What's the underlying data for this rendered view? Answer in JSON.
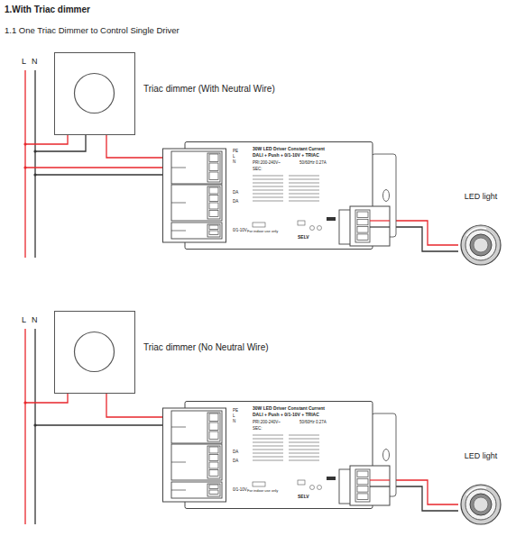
{
  "diagram": {
    "title": "1.With Triac dimmer",
    "nodes": [
      {
        "text": [
          "Triac dimmer (With Neutral Wire)"
        ]
      },
      {
        "text": [
          "30W LED Driver Constant Current",
          "DALI + Push + 0/1-10V + TRIAC",
          "PRI:200-240V~",
          "50/60Hz  0.27A",
          "SEC:",
          "For indoor use only",
          "SELV"
        ]
      },
      {
        "text": [
          "LED light"
        ]
      },
      {
        "text": [
          "Triac dimmer (No Neutral Wire)"
        ]
      },
      {
        "text": [
          "30W LED Driver Constant Current",
          "DALI + Push + 0/1-10V + TRIAC",
          "PRI:200-240V~",
          "50/60Hz  0.27A",
          "SEC:",
          "For indoor use only",
          "SELV"
        ]
      },
      {
        "text": [
          "LED light"
        ]
      }
    ],
    "edges": [
      {
        "from": 0,
        "to": 1,
        "arrow": "none"
      },
      {
        "from": 1,
        "to": 2,
        "arrow": "none"
      },
      {
        "from": 3,
        "to": 4,
        "arrow": "none"
      },
      {
        "from": 4,
        "to": 5,
        "arrow": "none"
      }
    ],
    "labels": [
      "1.1 One Triac Dimmer to Control Single Driver",
      "L",
      "N",
      "L",
      "N",
      "PE",
      "L",
      "N",
      "DA",
      "DA",
      "0/1-10V",
      "PE",
      "L",
      "N",
      "DA",
      "DA",
      "0/1-10V"
    ]
  }
}
